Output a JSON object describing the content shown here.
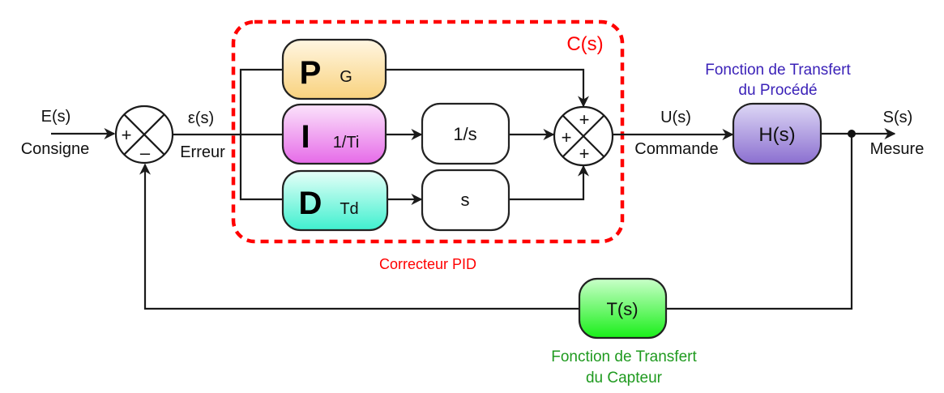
{
  "colors": {
    "wire": "#1a1a1a",
    "pid_box": "#ff0000",
    "process_label": "#3b22b8",
    "sensor_label": "#1f9a1f"
  },
  "input": {
    "signal": "E(s)",
    "name": "Consigne"
  },
  "error": {
    "signal": "ε(s)",
    "name": "Erreur"
  },
  "junction1": {
    "signs": {
      "left": "+",
      "bottom": "–"
    }
  },
  "pid": {
    "title": "C(s)",
    "caption": "Correcteur PID",
    "p": {
      "letter": "P",
      "param": "G"
    },
    "i": {
      "letter": "I",
      "param": "1/Ti"
    },
    "d": {
      "letter": "D",
      "param": "Td"
    },
    "integrator": "1/s",
    "derivator": "s"
  },
  "junction2": {
    "signs": {
      "top": "+",
      "left": "+",
      "bottom": "+"
    }
  },
  "command": {
    "signal": "U(s)",
    "name": "Commande"
  },
  "process": {
    "block": "H(s)",
    "label_line1": "Fonction de Transfert",
    "label_line2": "du Procédé"
  },
  "output": {
    "signal": "S(s)",
    "name": "Mesure"
  },
  "sensor": {
    "block": "T(s)",
    "label_line1": "Fonction de Transfert",
    "label_line2": "du Capteur"
  }
}
